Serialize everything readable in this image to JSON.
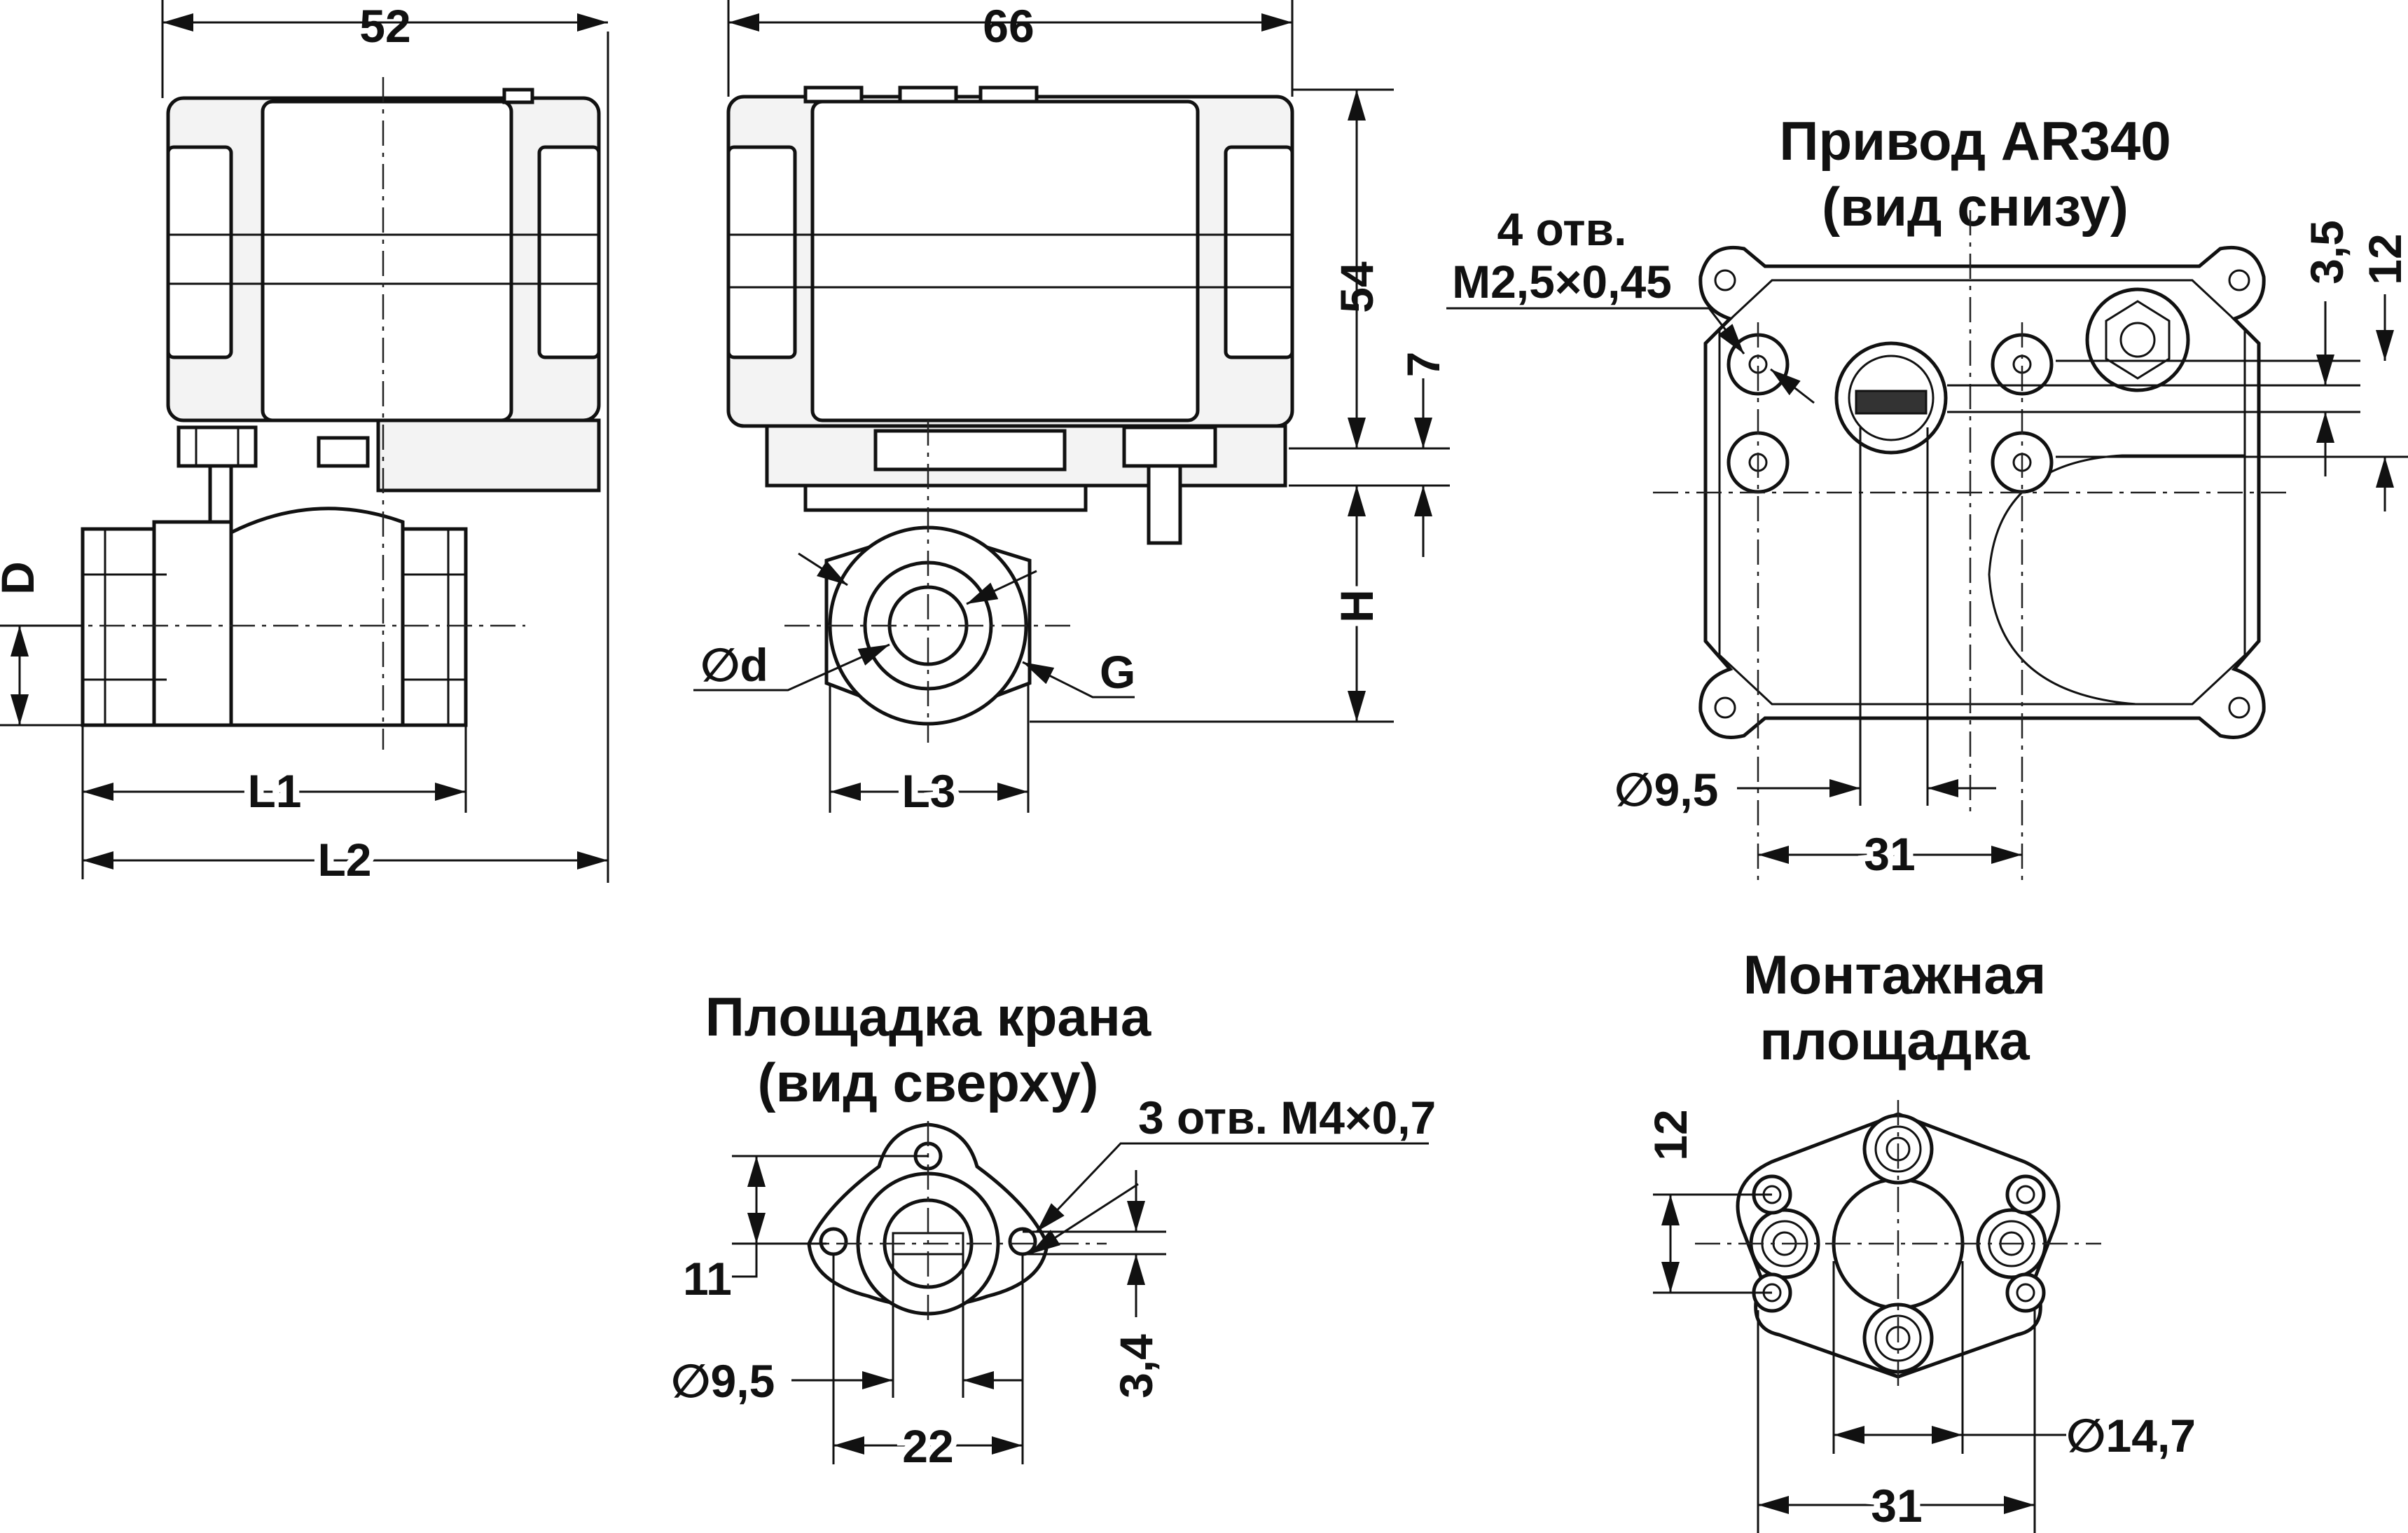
{
  "views": {
    "side": {
      "dim_width": "52",
      "dim_d": "D",
      "dim_l1": "L1",
      "dim_l2": "L2"
    },
    "front": {
      "dim_width": "66",
      "dim_height": "54",
      "dim_gap": "7",
      "dim_h": "H",
      "dim_bore": "∅d",
      "dim_thread": "G",
      "dim_l3": "L3"
    },
    "actuator_bottom": {
      "title_line1": "Привод AR340",
      "title_line2": "(вид снизу)",
      "holes_line1": "4 отв.",
      "holes_line2": "M2,5×0,45",
      "dim_3_5": "3,5",
      "dim_12": "12",
      "dim_diameter": "∅9,5",
      "dim_31": "31"
    },
    "valve_pad": {
      "title_line1": "Площадка крана",
      "title_line2": "(вид сверху)",
      "holes": "3 отв. M4×0,7",
      "dim_11": "11",
      "dim_3_4": "3,4",
      "dim_diameter": "∅9,5",
      "dim_22": "22"
    },
    "mounting_pad": {
      "title_line1": "Монтажная",
      "title_line2": "площадка",
      "dim_12": "12",
      "dim_diameter": "∅14,7",
      "dim_31": "31"
    }
  }
}
